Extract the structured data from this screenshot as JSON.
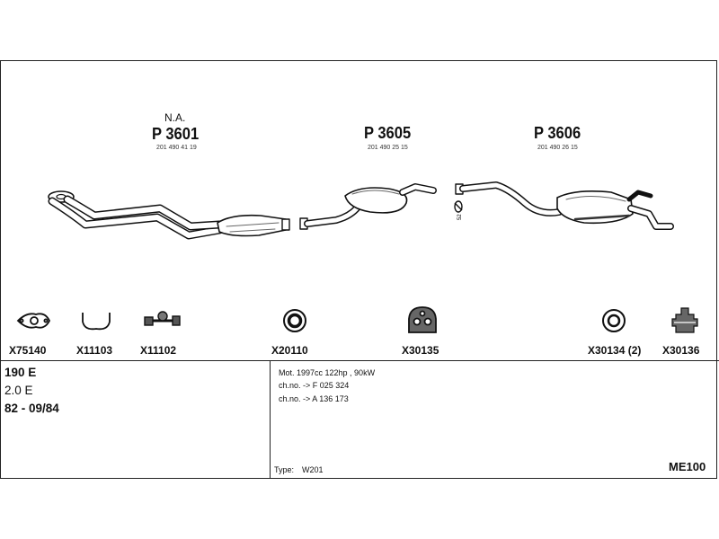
{
  "parts": {
    "p3601": {
      "note": "N.A.",
      "name": "P 3601",
      "number": "201 490 41 19"
    },
    "p3605": {
      "name": "P 3605",
      "number": "201 490 25 15"
    },
    "p3606": {
      "name": "P 3606",
      "number": "201 490 26 15"
    },
    "clamp_label": "52"
  },
  "accessories": [
    {
      "code": "X75140",
      "icon": "flange-gasket-icon"
    },
    {
      "code": "X11103",
      "icon": "u-bolt-icon"
    },
    {
      "code": "X11102",
      "icon": "bolt-clamp-icon"
    },
    {
      "code": "X20110",
      "icon": "sealing-ring-icon"
    },
    {
      "code": "X30135",
      "icon": "rubber-hanger-icon"
    },
    {
      "code": "X30134 (2)",
      "icon": "rubber-ring-icon"
    },
    {
      "code": "X30136",
      "icon": "rubber-mount-icon"
    }
  ],
  "vehicle": {
    "model": "190 E",
    "engine": "2.0 E",
    "years": "82 - 09/84"
  },
  "details": {
    "line1": "Mot. 1997cc 122hp , 90kW",
    "line2": "ch.no. -> F 025 324",
    "line3": "ch.no. -> A 136 173",
    "type_label": "Type:",
    "type_value": "W201",
    "catalog_code": "ME100"
  }
}
